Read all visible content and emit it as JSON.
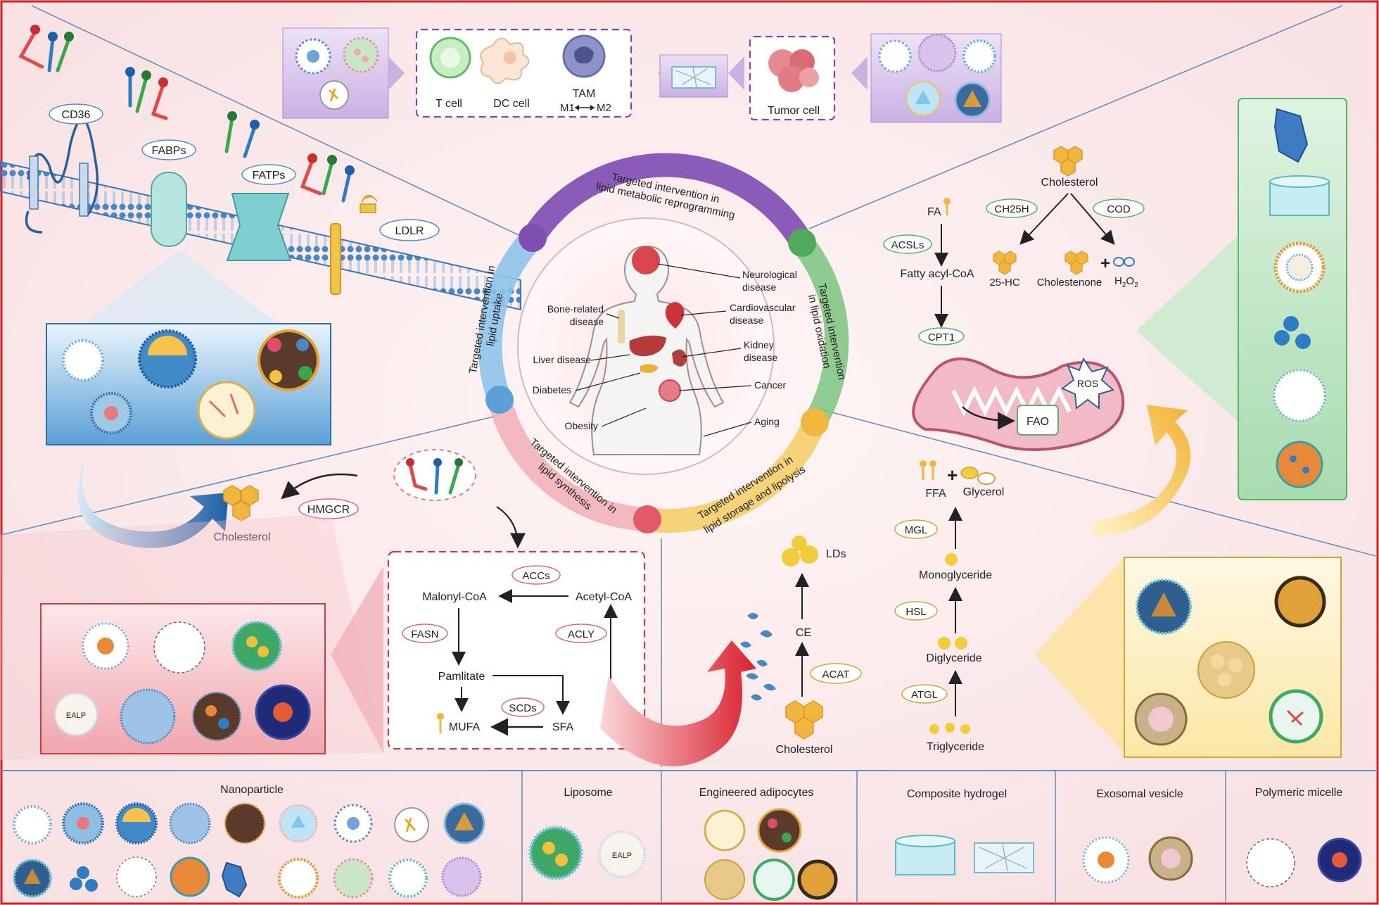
{
  "colors": {
    "purple": "#8a5bb8",
    "green": "#58b368",
    "blue": "#5a9fd6",
    "yellow": "#f0b640",
    "red": "#e45a6a",
    "frame": "#c8222a"
  },
  "top_panel": {
    "immune_cells": [
      "T cell",
      "DC cell",
      "TAM"
    ],
    "tam_polarization": [
      "M1",
      "M2"
    ],
    "tumor_cell": "Tumor cell"
  },
  "uptake": {
    "proteins": [
      "CD36",
      "FABPs",
      "FATPs",
      "LDLR"
    ],
    "product": "Cholesterol",
    "enzyme": "HMGCR"
  },
  "center": {
    "arcs": [
      {
        "line1": "Targeted intervention in",
        "line2": "lipid metabolic reprogramming"
      },
      {
        "line1": "Targeted intervention",
        "line2": "in lipid oxidation"
      },
      {
        "line1": "Targeted intervention in",
        "line2": "lipid storage and lipolysis"
      },
      {
        "line1": "Targeted intervention in",
        "line2": "lipid synthesis"
      },
      {
        "line1": "Targeted intervention in",
        "line2": "lipid uptake"
      }
    ],
    "diseases": [
      {
        "line1": "Neurological",
        "line2": "disease"
      },
      {
        "line1": "Cardiovascular",
        "line2": "disease"
      },
      {
        "line1": "Kidney",
        "line2": "disease"
      },
      {
        "line1": "Cancer",
        "line2": ""
      },
      {
        "line1": "Aging",
        "line2": ""
      },
      {
        "line1": "Bone-related",
        "line2": "disease"
      },
      {
        "line1": "Liver disease",
        "line2": ""
      },
      {
        "line1": "Diabetes",
        "line2": ""
      },
      {
        "line1": "Obesity",
        "line2": ""
      }
    ]
  },
  "oxidation": {
    "cholesterol": "Cholesterol",
    "ch25h": "CH25H",
    "cod": "COD",
    "hc25": "25-HC",
    "cholestenone": "Cholestenone",
    "h2o2_main": "H",
    "h2o2_sub1": "2",
    "h2o2_o": "O",
    "h2o2_sub2": "2",
    "plus": "+",
    "fa": "FA",
    "acsls": "ACSLs",
    "fatty_acyl_coa": "Fatty acyl-CoA",
    "cpt1": "CPT1",
    "ros": "ROS",
    "fao": "FAO"
  },
  "synthesis": {
    "accs": "ACCs",
    "malonyl": "Malonyl-CoA",
    "acetyl": "Acetyl-CoA",
    "fasn": "FASN",
    "acly": "ACLY",
    "pamlitate": "Pamlitate",
    "scds": "SCDs",
    "mufa": "MUFA",
    "sfa": "SFA"
  },
  "storage": {
    "lds": "LDs",
    "ce": "CE",
    "acat": "ACAT",
    "cholesterol": "Cholesterol",
    "ffa": "FFA",
    "plus": "+",
    "glycerol": "Glycerol",
    "mgl": "MGL",
    "monoglyceride": "Monoglyceride",
    "hsl": "HSL",
    "diglyceride": "Diglyceride",
    "atgl": "ATGL",
    "triglyceride": "Triglyceride"
  },
  "pink_box": {
    "ealp": "EALP"
  },
  "bottom_strip": [
    {
      "title": "Nanoparticle"
    },
    {
      "title": "Liposome",
      "ealp": "EALP"
    },
    {
      "title": "Engineered adipocytes"
    },
    {
      "title": "Composite hydrogel"
    },
    {
      "title": "Exosomal vesicle"
    },
    {
      "title": "Polymeric micelle"
    }
  ]
}
